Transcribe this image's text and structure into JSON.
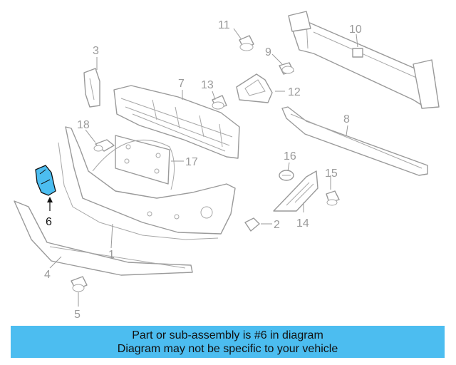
{
  "diagram": {
    "callouts": {
      "c1": "1",
      "c2": "2",
      "c3": "3",
      "c4": "4",
      "c5": "5",
      "c6": "6",
      "c7": "7",
      "c8": "8",
      "c9": "9",
      "c10": "10",
      "c11": "11",
      "c12": "12",
      "c13": "13",
      "c14": "14",
      "c15": "15",
      "c16": "16",
      "c17": "17",
      "c18": "18"
    },
    "highlighted_part": "6",
    "highlight_color": "#4cbdf0"
  },
  "banner": {
    "line1": "Part or sub-assembly is #6 in diagram",
    "line2": "Diagram may not be specific to your vehicle",
    "background": "#4cbdf0"
  }
}
